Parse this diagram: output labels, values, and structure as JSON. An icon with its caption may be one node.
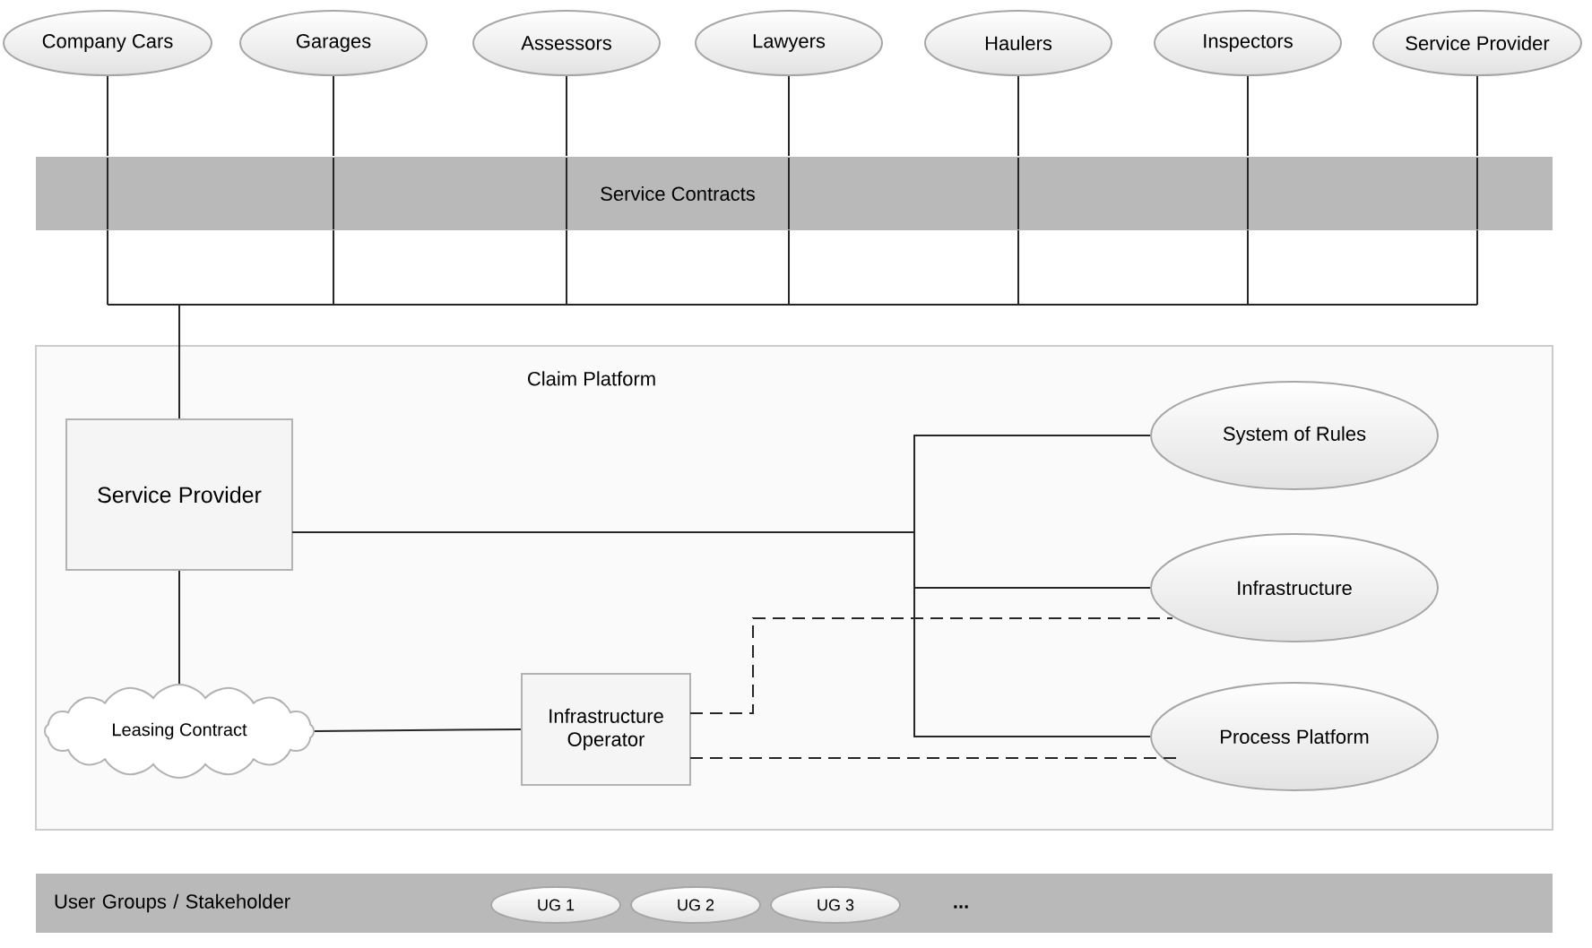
{
  "diagram": {
    "nodes": [
      {
        "text": [
          "Company Cars"
        ]
      },
      {
        "text": [
          "Garages"
        ]
      },
      {
        "text": [
          "Assessors"
        ]
      },
      {
        "text": [
          "Lawyers"
        ]
      },
      {
        "text": [
          "Haulers"
        ]
      },
      {
        "text": [
          "Inspectors"
        ]
      },
      {
        "text": [
          "Service Provider"
        ]
      },
      {
        "text": [
          "Service  Contracts"
        ]
      },
      {
        "text": [
          "Claim Platform"
        ]
      },
      {
        "text": [
          "Service Provider"
        ],
        "in": 8
      },
      {
        "text": [
          "System of Rules"
        ],
        "in": 8
      },
      {
        "text": [
          "Infrastructure"
        ],
        "in": 8
      },
      {
        "text": [
          "Process Platform"
        ],
        "in": 8
      },
      {
        "text": [
          "Leasing Contract"
        ],
        "in": 8
      },
      {
        "text": [
          "Infrastructure Operator"
        ],
        "in": 8
      },
      {
        "text": [
          "User Groups / Stakeholder"
        ]
      },
      {
        "text": [
          "UG 1"
        ],
        "in": 15
      },
      {
        "text": [
          "UG 2"
        ],
        "in": 15
      },
      {
        "text": [
          "UG 3"
        ],
        "in": 15
      }
    ],
    "edges": [
      {
        "from": 0,
        "to": 7,
        "arrow": "none"
      },
      {
        "from": 1,
        "to": 7,
        "arrow": "none"
      },
      {
        "from": 2,
        "to": 7,
        "arrow": "none"
      },
      {
        "from": 3,
        "to": 7,
        "arrow": "none"
      },
      {
        "from": 4,
        "to": 7,
        "arrow": "none"
      },
      {
        "from": 5,
        "to": 7,
        "arrow": "none"
      },
      {
        "from": 6,
        "to": 7,
        "arrow": "none"
      },
      {
        "from": 7,
        "to": 9,
        "arrow": "none"
      },
      {
        "from": 9,
        "to": 10,
        "arrow": "none"
      },
      {
        "from": 9,
        "to": 11,
        "arrow": "none"
      },
      {
        "from": 9,
        "to": 12,
        "arrow": "none"
      },
      {
        "from": 9,
        "to": 13,
        "arrow": "none"
      },
      {
        "from": 13,
        "to": 14,
        "arrow": "none"
      },
      {
        "from": 14,
        "to": 11,
        "arrow": "none",
        "style": "dashed"
      },
      {
        "from": 14,
        "to": 12,
        "arrow": "none",
        "style": "dashed"
      }
    ],
    "labels": [
      "..."
    ]
  }
}
